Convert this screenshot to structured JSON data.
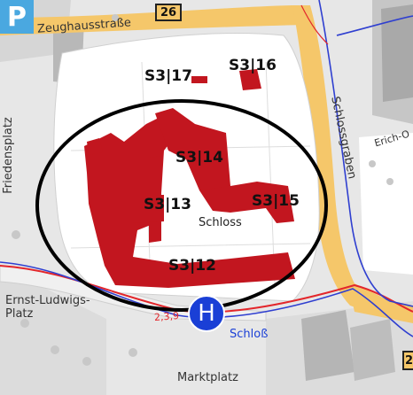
{
  "map": {
    "streets": {
      "zeughausstrasse": "Zeughausstraße",
      "friedensplatz": "Friedensplatz",
      "schlossgraben": "Schlossgraben",
      "erich": "Erich-O",
      "ernst_ludwigs_platz_line1": "Ernst-Ludwigs-",
      "ernst_ludwigs_platz_line2": "Platz",
      "marktplatz": "Marktplatz"
    },
    "buildings": {
      "s3_17": "S3|17",
      "s3_16": "S3|16",
      "s3_14": "S3|14",
      "s3_13": "S3|13",
      "s3_15": "S3|15",
      "s3_12": "S3|12",
      "schloss": "Schloss"
    },
    "road_badges": {
      "top": "26",
      "bottom_right": "2"
    },
    "parking": {
      "letter": "P"
    },
    "transit": {
      "stop_letter": "H",
      "stop_name": "Schloß",
      "line_label": "2,3,9"
    },
    "colors": {
      "building": "#c2161f",
      "transit_stop": "#1a3fd6",
      "parking": "#4aa8e0",
      "tram_line": "#e3262b",
      "bus_line": "#2f3fd0",
      "major_road": "#f5c76a",
      "highlight_ring": "#000000"
    }
  }
}
